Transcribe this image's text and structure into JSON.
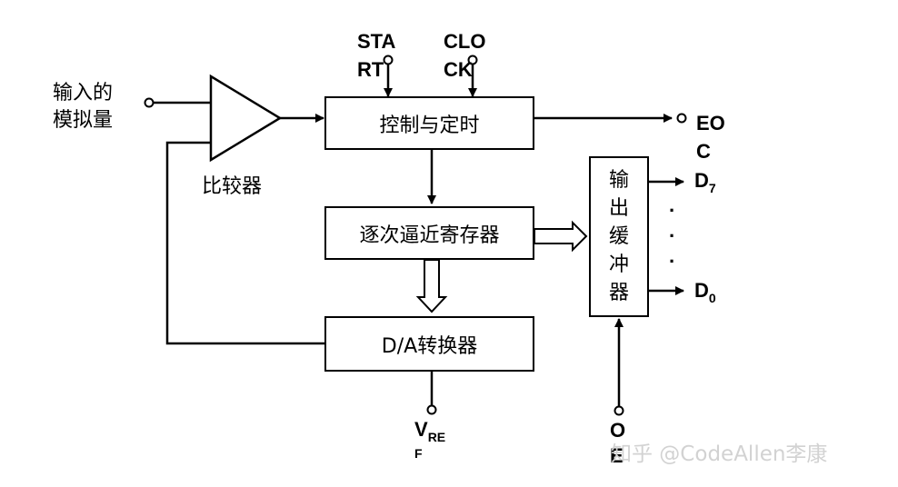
{
  "labels": {
    "analog_input": [
      "输入的",
      "模拟量"
    ],
    "comparator": "比较器",
    "start": [
      "STA",
      "RT"
    ],
    "clock": [
      "CLO",
      "CK"
    ],
    "eoc": [
      "EO",
      "C"
    ],
    "vref": [
      "V",
      "RE",
      "F"
    ],
    "oe": [
      "O",
      "E"
    ]
  },
  "blocks": {
    "control": "控制与定时",
    "sar": "逐次逼近寄存器",
    "dac": "D/A转换器",
    "buffer_chars": [
      "输",
      "出",
      "缓",
      "冲",
      "器"
    ]
  },
  "outputs": {
    "d7_base": "D",
    "d7_sub": "7",
    "dots": [
      "·",
      "·",
      "·"
    ],
    "d0_base": "D",
    "d0_sub": "0"
  },
  "watermark": "知乎 @CodeAllen李康",
  "colors": {
    "line": "#000000",
    "background": "#ffffff",
    "watermark": "#d2d2d2"
  }
}
